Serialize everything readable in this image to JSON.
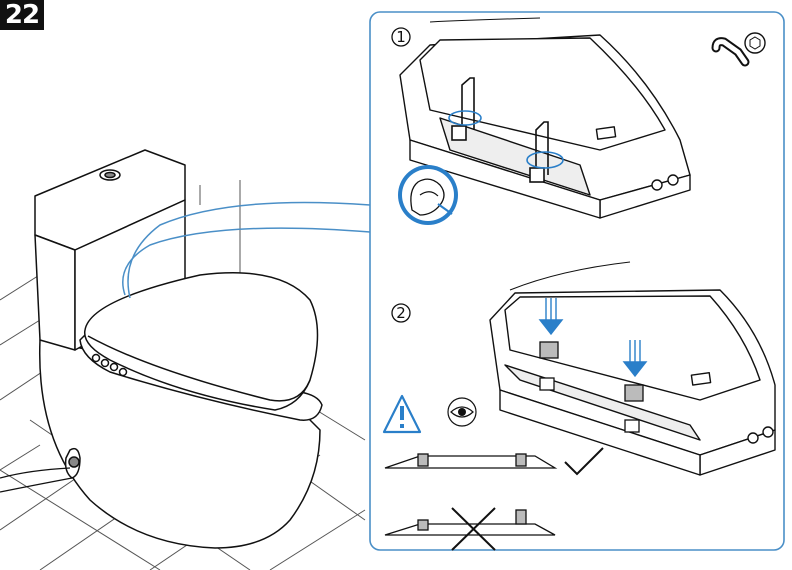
{
  "step": {
    "number": "22"
  },
  "panel": {
    "border_color": "#4a8fc7",
    "accent_color": "#2a7fc9",
    "sub_steps": [
      {
        "label": "1"
      },
      {
        "label": "2"
      }
    ]
  },
  "icons": [
    "hex-key-icon",
    "hand-pull-icon",
    "warning-icon",
    "eye-icon",
    "checkmark-icon",
    "cross-icon"
  ]
}
